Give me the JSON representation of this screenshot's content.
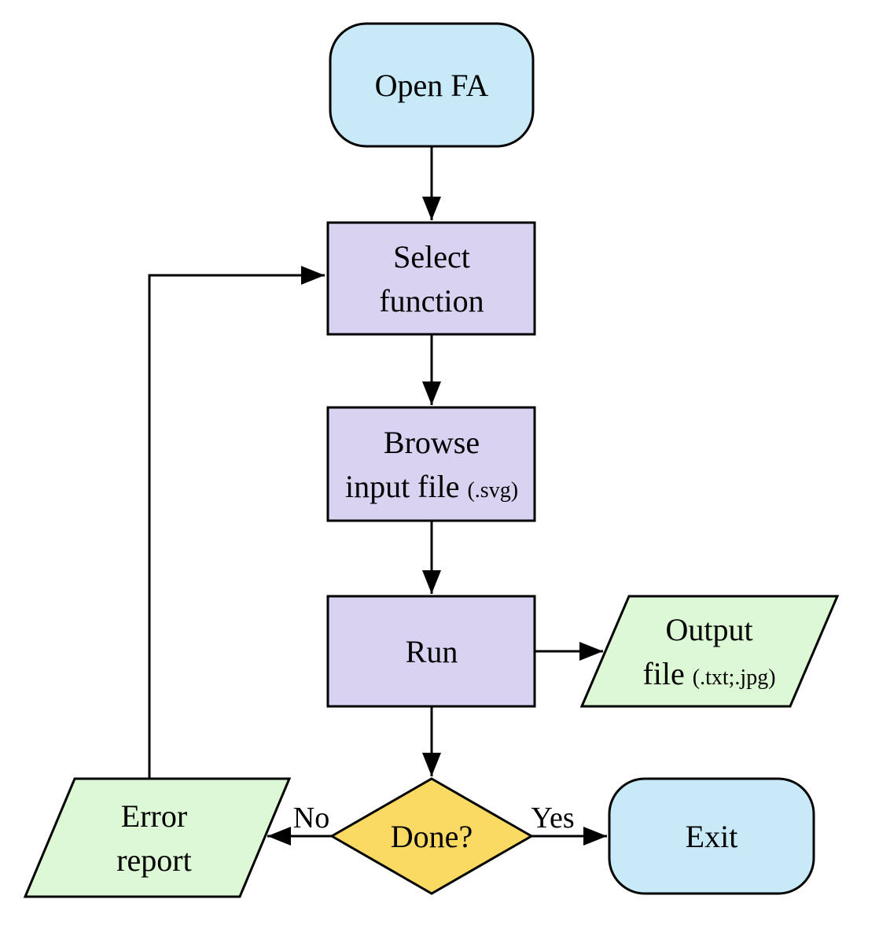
{
  "colors": {
    "terminator_fill": "#c7e9f8",
    "process_fill": "#d9d2f0",
    "io_fill": "#dcf8d5",
    "decision_fill": "#fbda63",
    "stroke": "#000000"
  },
  "nodes": {
    "open_fa": {
      "label": "Open FA"
    },
    "select_function": {
      "line1": "Select",
      "line2": "function"
    },
    "browse_input": {
      "line1": "Browse",
      "line2_main": "input file ",
      "line2_small": "(.svg)"
    },
    "run": {
      "label": "Run"
    },
    "output_file": {
      "line1": "Output",
      "line2_main": "file ",
      "line2_small": "(.txt;.jpg)"
    },
    "done": {
      "label": "Done?"
    },
    "exit": {
      "label": "Exit"
    },
    "error_report": {
      "line1": "Error",
      "line2": "report"
    }
  },
  "edge_labels": {
    "no": "No",
    "yes": "Yes"
  }
}
